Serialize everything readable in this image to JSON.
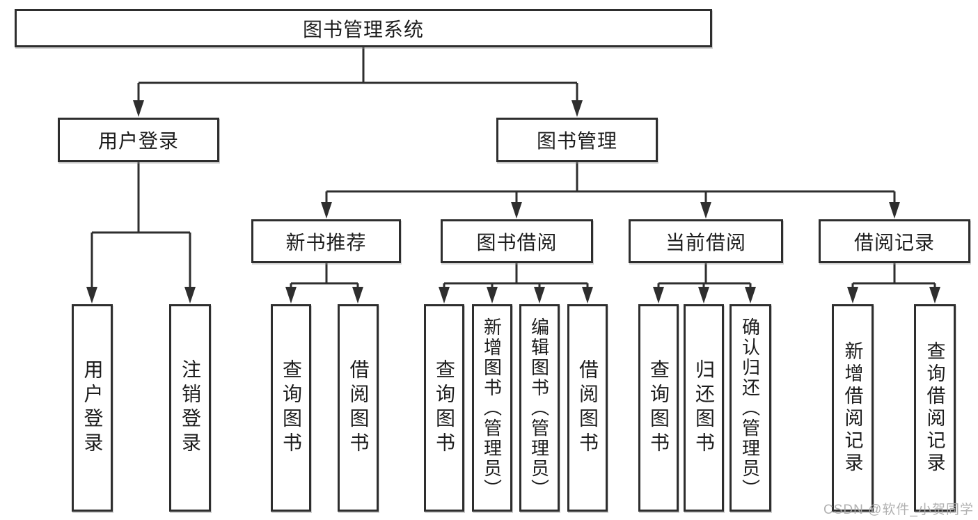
{
  "diagram": {
    "root": {
      "label": "图书管理系统"
    },
    "branches": [
      {
        "label": "用户登录",
        "children": [
          {
            "label": "用户登录"
          },
          {
            "label": "注销登录"
          }
        ]
      },
      {
        "label": "图书管理",
        "children": [
          {
            "label": "新书推荐",
            "children": [
              {
                "label": "查询图书"
              },
              {
                "label": "借阅图书"
              }
            ]
          },
          {
            "label": "图书借阅",
            "children": [
              {
                "label": "查询图书"
              },
              {
                "label": "新增图书（管理员）"
              },
              {
                "label": "编辑图书（管理员）"
              },
              {
                "label": "借阅图书"
              }
            ]
          },
          {
            "label": "当前借阅",
            "children": [
              {
                "label": "查询图书"
              },
              {
                "label": "归还图书"
              },
              {
                "label": "确认归还（管理员）"
              }
            ]
          },
          {
            "label": "借阅记录",
            "children": [
              {
                "label": "新增借阅记录"
              },
              {
                "label": "查询借阅记录"
              }
            ]
          }
        ]
      }
    ]
  },
  "watermark": {
    "text": "CSDN @软件_小贺同学"
  },
  "colors": {
    "line": "#2e2e2e",
    "text": "#1c1c1c",
    "box_fill": "#ffffff",
    "background": "#ffffff",
    "watermark": "#ababab"
  }
}
